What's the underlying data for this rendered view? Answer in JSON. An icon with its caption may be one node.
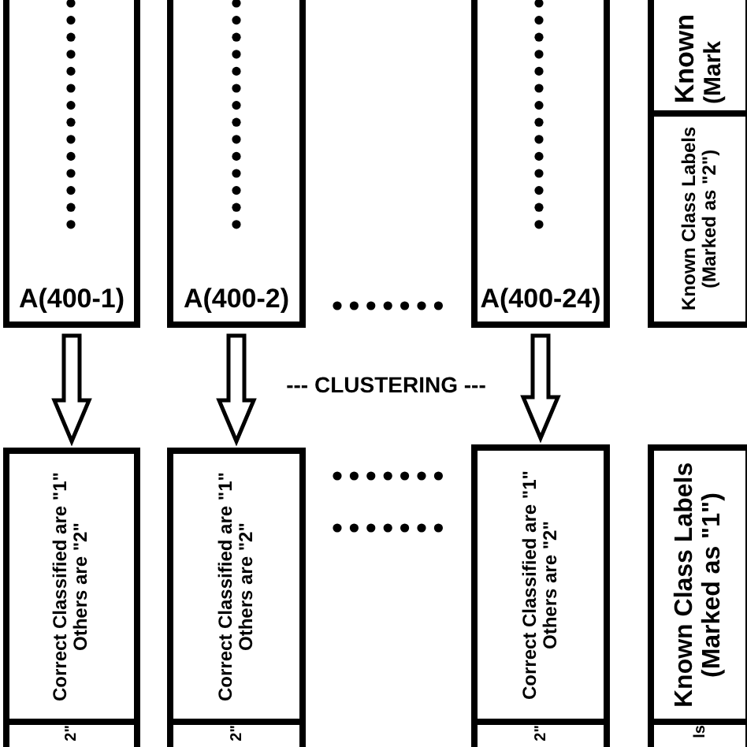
{
  "diagram": {
    "nodes": [
      {
        "text": [
          "A(400-1)"
        ]
      },
      {
        "text": [
          "A(400-2)"
        ]
      },
      {
        "text": [
          "A(400-24)"
        ]
      },
      {
        "text": [
          "Known",
          "(Mark"
        ]
      },
      {
        "text": [
          "Known Class Labels (Marked as \"2\")"
        ]
      },
      {
        "text": [
          "Correct Classified are \"1\" Others are \"2\""
        ]
      },
      {
        "text": [
          "Correct Classified are \"1\" Others are \"2\""
        ]
      },
      {
        "text": [
          "Correct Classified are \"1\" Others are \"2\""
        ]
      },
      {
        "text": [
          "Known Class Labels (Marked as \"1\")"
        ]
      },
      {
        "text": [
          "2\""
        ]
      },
      {
        "text": [
          "2\""
        ]
      },
      {
        "text": [
          "2\""
        ]
      },
      {
        "text": [
          "ls"
        ]
      }
    ],
    "edges": [
      {
        "from": 0,
        "to": 5,
        "arrow": "to"
      },
      {
        "from": 1,
        "to": 6,
        "arrow": "to"
      },
      {
        "from": 2,
        "to": 7,
        "arrow": "to"
      }
    ],
    "labels": [
      "--- CLUSTERING ---"
    ]
  }
}
